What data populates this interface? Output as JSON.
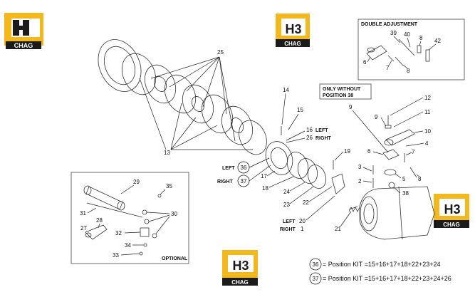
{
  "logo": {
    "mark": "H3",
    "word": "CHAG",
    "colors": {
      "gold": "#f2b81c",
      "black": "#1b1b1b",
      "white": "#ffffff"
    }
  },
  "boxes": {
    "double_adjustment": {
      "title": "DOUBLE ADJUSTMENT",
      "labels": [
        "39",
        "40",
        "8",
        "42",
        "6",
        "7",
        "8"
      ]
    },
    "optional": {
      "title": "OPTIONAL",
      "labels": [
        "29",
        "35",
        "30",
        "31",
        "28",
        "27",
        "32",
        "34",
        "33"
      ]
    },
    "only_without": {
      "line1": "ONLY WITHOUT",
      "line2": "POSITION 38"
    }
  },
  "callouts": {
    "c25": "25",
    "c13": "13",
    "c14": "14",
    "c15": "15",
    "c16": "16",
    "c26": "26",
    "c36": "36",
    "c37": "37",
    "c17": "17",
    "c18": "18",
    "c24": "24",
    "c23": "23",
    "c22": "22",
    "c19": "19",
    "c20": "20",
    "c1": "1",
    "c21": "21",
    "c9a": "9",
    "c12": "12",
    "c9b": "9",
    "c11": "11",
    "c10": "10",
    "c4": "4",
    "c7": "7",
    "c6": "6",
    "c5": "5",
    "c8": "8",
    "c3": "3",
    "c2": "2",
    "c38": "38"
  },
  "side_labels": {
    "left": "LEFT",
    "right": "RIGHT"
  },
  "kit": {
    "row1": {
      "num": "36",
      "text": "= Position KIT =15+16+17+18+22+23+24"
    },
    "row2": {
      "num": "37",
      "text": "= Position KIT =15+16+17+18+22+23+24+26"
    }
  }
}
